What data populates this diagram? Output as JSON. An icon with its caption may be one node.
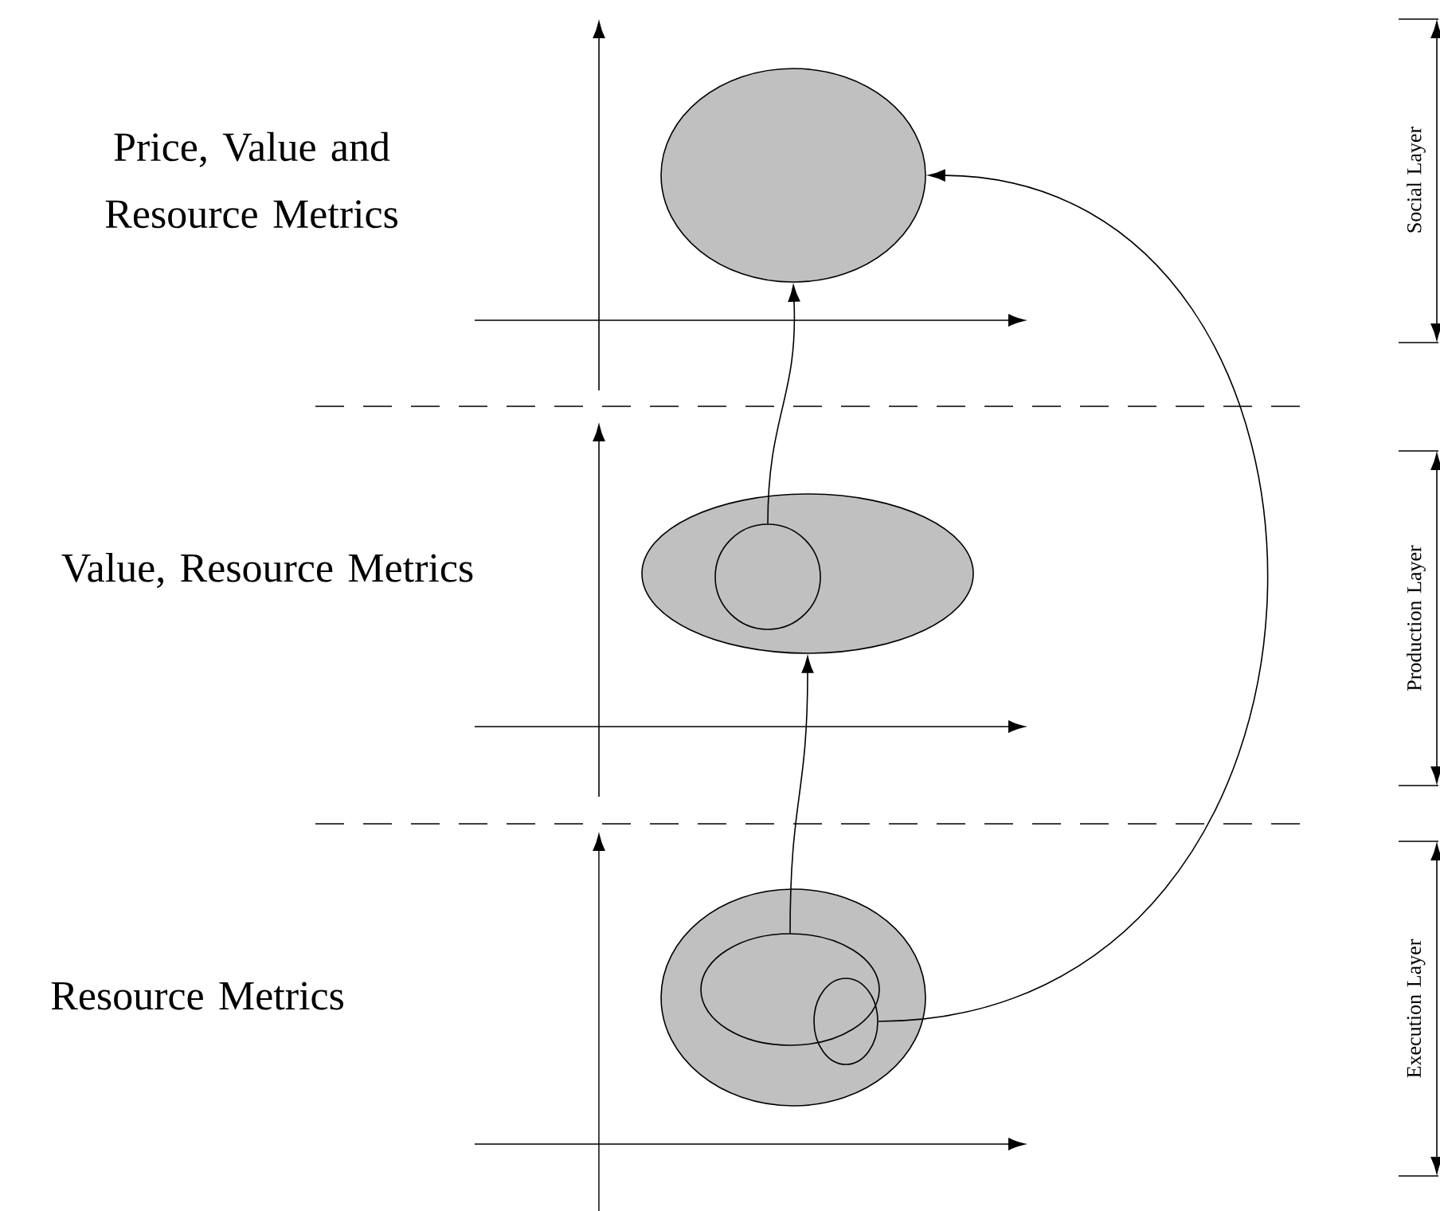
{
  "diagram": {
    "nodes": [
      {
        "text": [],
        "shape": "ellipse"
      },
      {
        "text": [],
        "shape": "ellipse"
      },
      {
        "text": [],
        "shape": "circle",
        "in": 1
      },
      {
        "text": [],
        "shape": "ellipse"
      },
      {
        "text": [],
        "shape": "ellipse",
        "in": 3
      },
      {
        "text": [],
        "shape": "ellipse",
        "in": 3
      }
    ],
    "edges": [
      {
        "from": 2,
        "to": 0,
        "arrow": "to"
      },
      {
        "from": 4,
        "to": 1,
        "arrow": "to"
      },
      {
        "from": 5,
        "to": 0,
        "arrow": "to"
      }
    ],
    "labels": [
      "Price, Value and Resource Metrics",
      "Value, Resource Metrics",
      "Resource Metrics",
      "Social Layer",
      "Production Layer",
      "Execution Layer"
    ]
  }
}
